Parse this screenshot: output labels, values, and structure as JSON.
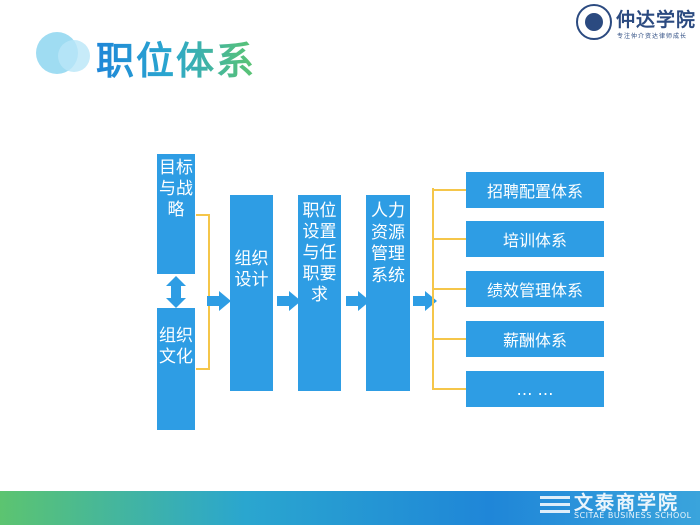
{
  "title": "职位体系",
  "logo": {
    "name": "仲达学院",
    "slogan": "专注仲介资达律师成长"
  },
  "left_boxes": {
    "goal": "目标与战略",
    "culture": "组织文化"
  },
  "flow": {
    "org_design": "组织设计",
    "position": "职位设置与任职要求",
    "hr_system": "人力资源管理系统"
  },
  "subsystems": [
    {
      "label": "招聘配置体系"
    },
    {
      "label": "培训体系"
    },
    {
      "label": "绩效管理体系"
    },
    {
      "label": "薪酬体系"
    },
    {
      "label": "… …"
    }
  ],
  "footer": {
    "brand": "文泰商学院",
    "brand_en": "SCITAE BUSINESS SCHOOL"
  },
  "colors": {
    "box": "#2e9de4",
    "connector": "#f5c64a",
    "brand": "#2b4a80"
  }
}
